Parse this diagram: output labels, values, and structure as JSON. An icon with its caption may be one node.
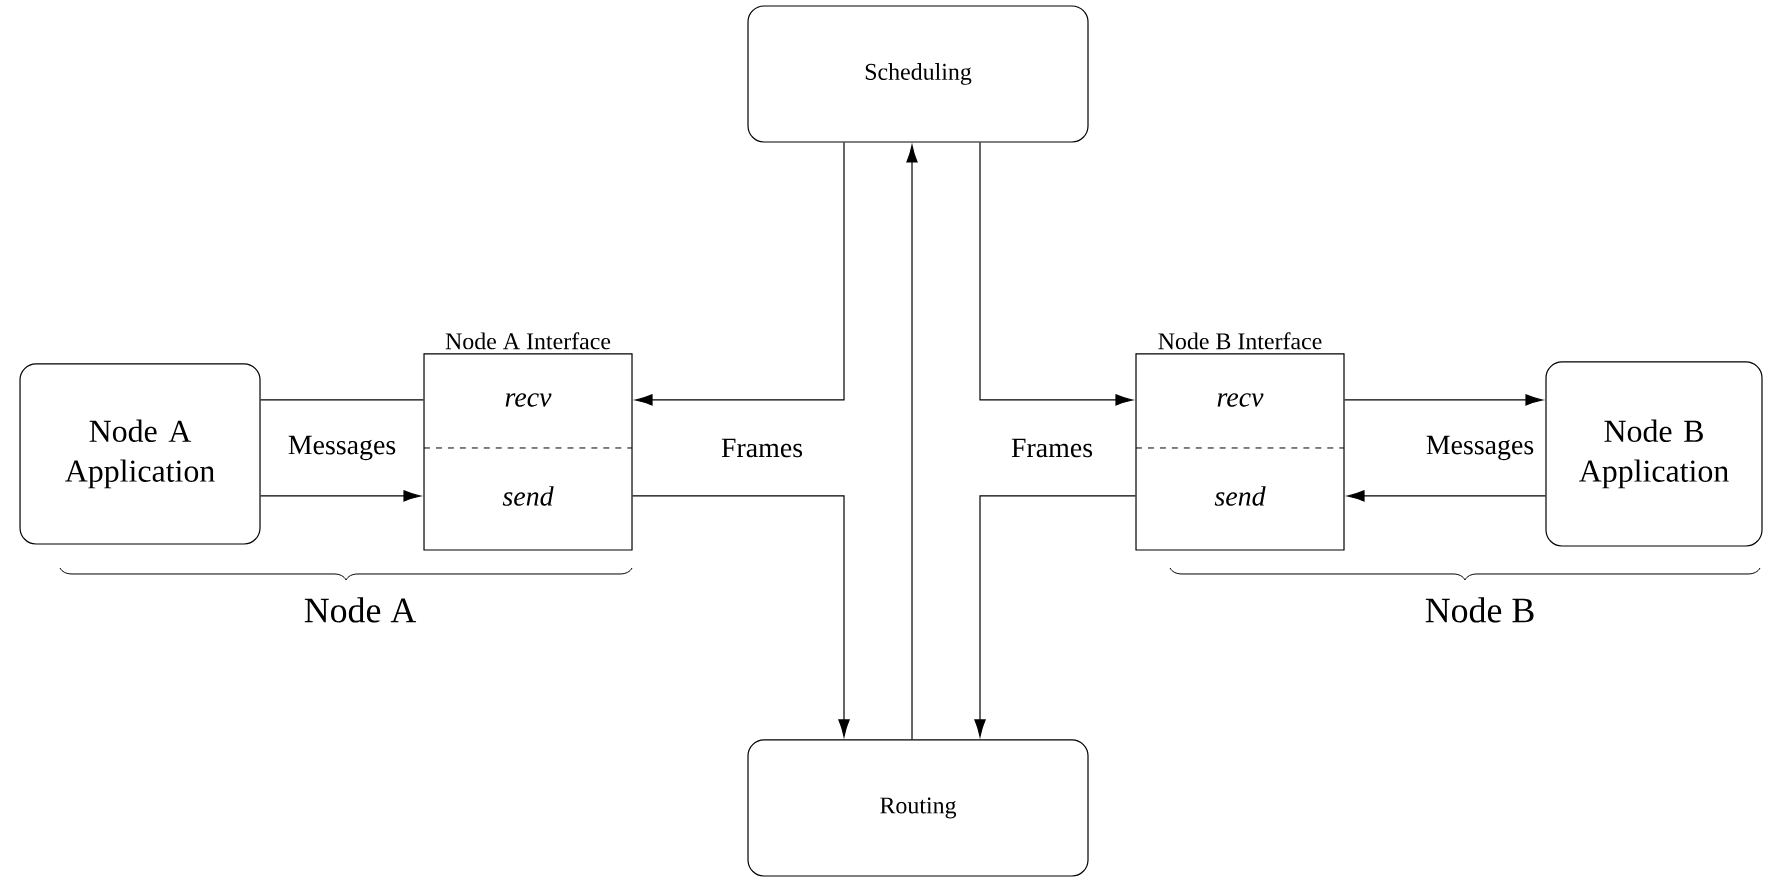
{
  "diagram": {
    "nodes": [
      {
        "text": [
          "Scheduling"
        ]
      },
      {
        "text": [
          "Node A Application"
        ]
      },
      {
        "text": [
          "Node A Interface",
          "recv",
          "send"
        ]
      },
      {
        "text": [
          "Node B Interface",
          "recv",
          "send"
        ]
      },
      {
        "text": [
          "Node B Application"
        ]
      },
      {
        "text": [
          "Routing"
        ]
      }
    ],
    "edges": [
      {
        "from": 1,
        "to": 2,
        "arrow": "none"
      },
      {
        "from": 1,
        "to": 2,
        "arrow": "to",
        "label": "Messages"
      },
      {
        "from": 0,
        "to": 2,
        "arrow": "to"
      },
      {
        "from": 2,
        "to": 5,
        "arrow": "to",
        "label": "Frames"
      },
      {
        "from": 5,
        "to": 0,
        "arrow": "to"
      },
      {
        "from": 0,
        "to": 3,
        "arrow": "to"
      },
      {
        "from": 3,
        "to": 5,
        "arrow": "to",
        "label": "Frames"
      },
      {
        "from": 3,
        "to": 4,
        "arrow": "to"
      },
      {
        "from": 4,
        "to": 3,
        "arrow": "to",
        "label": "Messages"
      }
    ],
    "labels": [
      "Node A",
      "Node B"
    ]
  }
}
